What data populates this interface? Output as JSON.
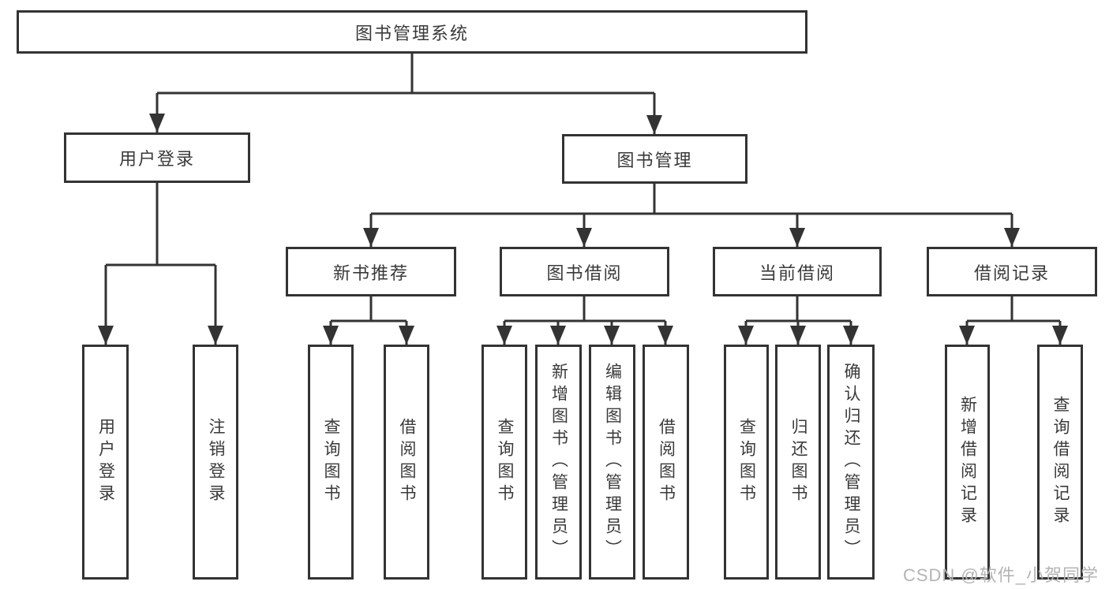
{
  "diagram": {
    "root": "图书管理系统",
    "branches": [
      {
        "label": "用户登录",
        "children": [
          "用户登录",
          "注销登录"
        ]
      },
      {
        "label": "图书管理",
        "modules": [
          {
            "label": "新书推荐",
            "children": [
              "查询图书",
              "借阅图书"
            ]
          },
          {
            "label": "图书借阅",
            "children": [
              "查询图书",
              "新增图书（管理员）",
              "编辑图书（管理员）",
              "借阅图书"
            ]
          },
          {
            "label": "当前借阅",
            "children": [
              "查询图书",
              "归还图书",
              "确认归还（管理员）"
            ]
          },
          {
            "label": "借阅记录",
            "children": [
              "新增借阅记录",
              "查询借阅记录"
            ]
          }
        ]
      }
    ]
  },
  "watermark": "CSDN @软件_小贺同学",
  "colors": {
    "line": "#333333",
    "text": "#3a3a3a",
    "watermark": "#b4b4b4",
    "background": "#ffffff"
  }
}
